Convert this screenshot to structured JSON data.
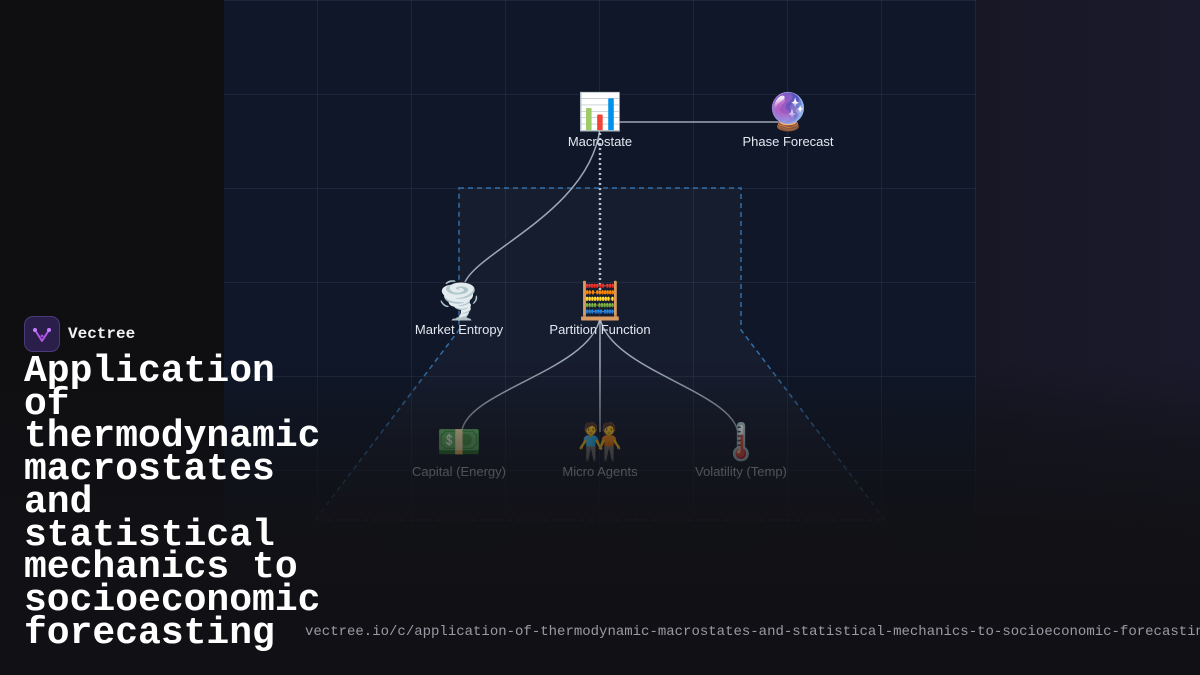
{
  "brand": {
    "name": "Vectree"
  },
  "title": "Application of thermodynamic macrostates and statistical mechanics to socioeconomic forecasting",
  "url": "vectree.io/c/application-of-thermodynamic-macrostates-and-statistical-mechanics-to-socioeconomic-forecasting",
  "colors": {
    "background": "#111115",
    "canvas": "#0f1729",
    "edge": "#cbd5e1",
    "dashed_region": "#3b82c4",
    "brand_accent": "#b455e8"
  },
  "diagram": {
    "nodes": {
      "macrostate": {
        "icon": "📊",
        "icon_name": "bar-chart-icon",
        "label": "Macrostate"
      },
      "phase_forecast": {
        "icon": "🔮",
        "icon_name": "crystal-ball-icon",
        "label": "Phase Forecast"
      },
      "market_entropy": {
        "icon": "🌪️",
        "icon_name": "tornado-icon",
        "label": "Market Entropy"
      },
      "partition_function": {
        "icon": "🧮",
        "icon_name": "abacus-icon",
        "label": "Partition Function"
      },
      "capital": {
        "icon": "💵",
        "icon_name": "banknote-icon",
        "label": "Capital (Energy)"
      },
      "micro_agents": {
        "icon": "🧑‍🤝‍🧑",
        "icon_name": "people-icon",
        "label": "Micro Agents"
      },
      "volatility": {
        "icon": "🌡️",
        "icon_name": "thermometer-icon",
        "label": "Volatility (Temp)"
      }
    },
    "edges": [
      {
        "from": "macrostate",
        "to": "phase_forecast",
        "style": "solid"
      },
      {
        "from": "macrostate",
        "to": "market_entropy",
        "style": "solid"
      },
      {
        "from": "macrostate",
        "to": "partition_function",
        "style": "dotted"
      },
      {
        "from": "partition_function",
        "to": "capital",
        "style": "solid"
      },
      {
        "from": "partition_function",
        "to": "micro_agents",
        "style": "solid"
      },
      {
        "from": "partition_function",
        "to": "volatility",
        "style": "solid"
      }
    ]
  }
}
